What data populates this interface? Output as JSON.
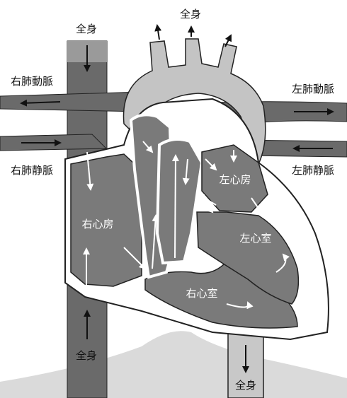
{
  "labels": {
    "whole_body_top": "全身",
    "whole_body_top_left": "全身",
    "whole_body_bottom_left": "全身",
    "whole_body_bottom_right": "全身",
    "right_pulmonary_artery": "右肺動脈",
    "right_pulmonary_vein": "右肺静脈",
    "left_pulmonary_artery": "左肺動脈",
    "left_pulmonary_vein": "左肺静脈",
    "right_atrium": "右心房",
    "right_ventricle": "右心室",
    "left_atrium": "左心房",
    "left_ventricle": "左心室"
  },
  "colors": {
    "vessel_dark": "#6b6b6b",
    "chamber_dark": "#7a7a7a",
    "aorta_light": "#c4c4c4",
    "outline": "#111111",
    "background_haze": "#d9d9d9"
  }
}
